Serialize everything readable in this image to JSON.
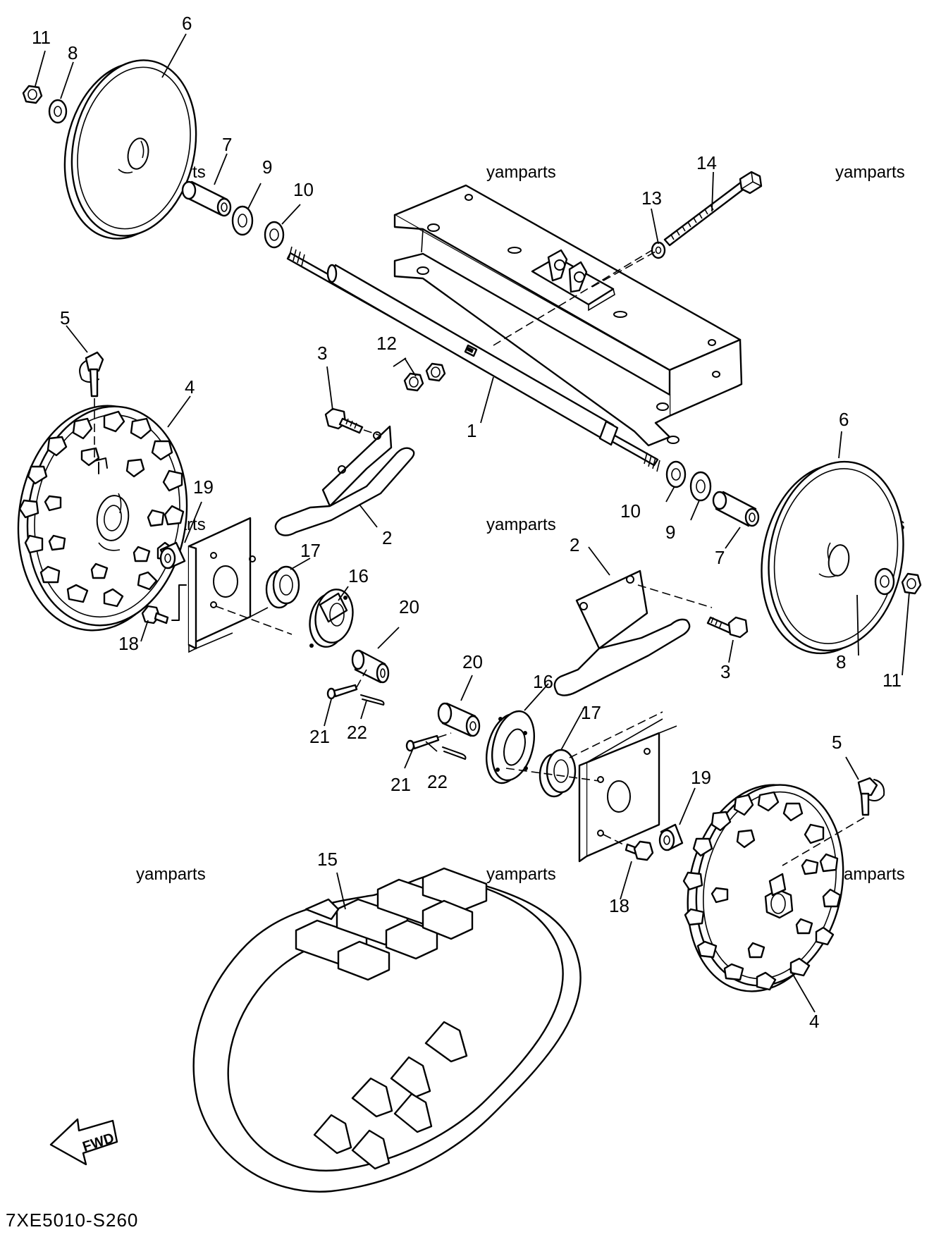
{
  "diagram": {
    "drawing_code": "7XE5010-S260",
    "fwd_arrow_label": "FWD",
    "watermark_text": "yamparts",
    "callouts": {
      "c1": "1",
      "c2a": "2",
      "c2b": "2",
      "c3a": "3",
      "c3b": "3",
      "c4a": "4",
      "c4b": "4",
      "c5a": "5",
      "c5b": "5",
      "c6a": "6",
      "c6b": "6",
      "c7a": "7",
      "c7b": "7",
      "c8a": "8",
      "c8b": "8",
      "c9a": "9",
      "c9b": "9",
      "c10a": "10",
      "c10b": "10",
      "c11a": "11",
      "c11b": "11",
      "c12": "12",
      "c13": "13",
      "c14": "14",
      "c15": "15",
      "c16a": "16",
      "c16b": "16",
      "c17a": "17",
      "c17b": "17",
      "c18a": "18",
      "c18b": "18",
      "c19a": "19",
      "c19b": "19",
      "c20a": "20",
      "c20b": "20",
      "c21a": "21",
      "c21b": "21",
      "c22a": "22",
      "c22b": "22"
    }
  }
}
